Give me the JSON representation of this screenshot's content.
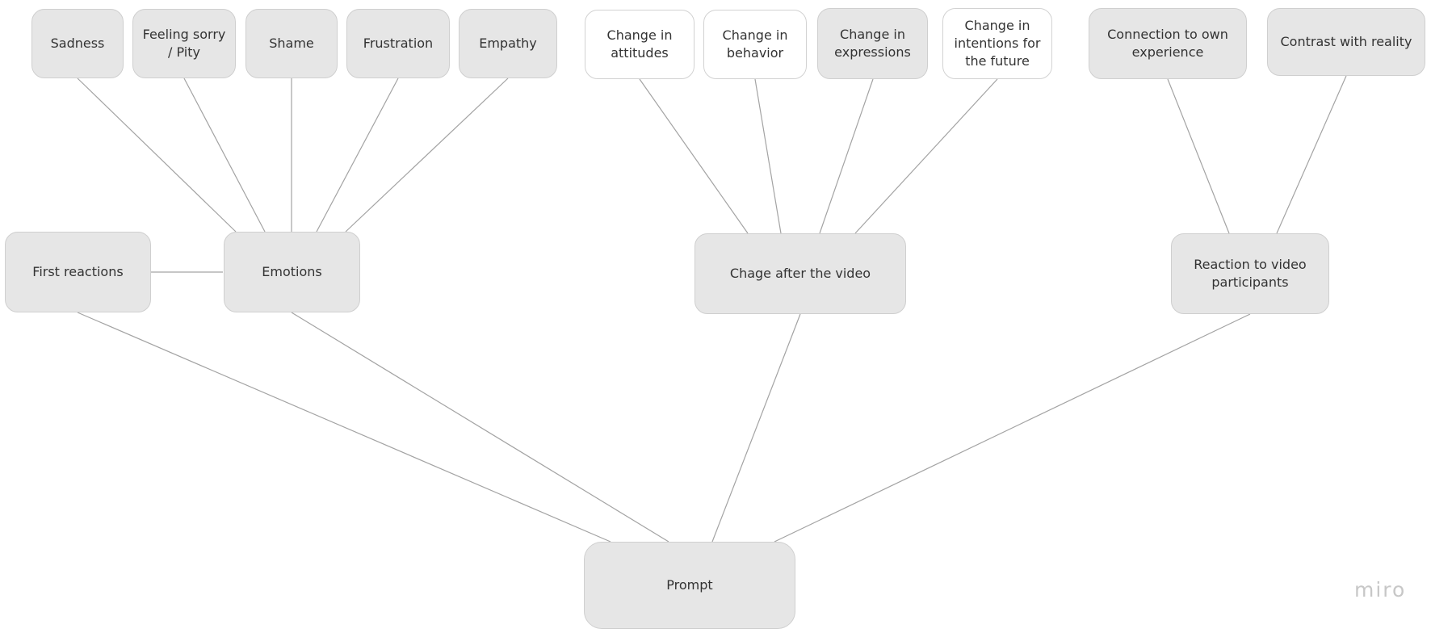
{
  "nodes": {
    "sadness": "Sadness",
    "feeling_sorry": "Feeling sorry / Pity",
    "shame": "Shame",
    "frustration": "Frustration",
    "empathy": "Empathy",
    "change_attitudes": "Change in attitudes",
    "change_behavior": "Change in behavior",
    "change_expressions": "Change in expressions",
    "change_intentions": "Change in intentions for the future",
    "connection_experience": "Connection to own experience",
    "contrast_reality": "Contrast with reality",
    "first_reactions": "First reactions",
    "emotions": "Emotions",
    "change_after_video": "Chage after the video",
    "reaction_participants": "Reaction to video participants",
    "prompt": "Prompt"
  },
  "edges": [
    [
      "sadness",
      "emotions"
    ],
    [
      "feeling_sorry",
      "emotions"
    ],
    [
      "shame",
      "emotions"
    ],
    [
      "frustration",
      "emotions"
    ],
    [
      "empathy",
      "emotions"
    ],
    [
      "first_reactions",
      "emotions"
    ],
    [
      "change_attitudes",
      "change_after_video"
    ],
    [
      "change_behavior",
      "change_after_video"
    ],
    [
      "change_expressions",
      "change_after_video"
    ],
    [
      "change_intentions",
      "change_after_video"
    ],
    [
      "connection_experience",
      "reaction_participants"
    ],
    [
      "contrast_reality",
      "reaction_participants"
    ],
    [
      "first_reactions",
      "prompt"
    ],
    [
      "emotions",
      "prompt"
    ],
    [
      "change_after_video",
      "prompt"
    ],
    [
      "reaction_participants",
      "prompt"
    ]
  ],
  "fills": {
    "grey": "#e6e6e6",
    "white": "#ffffff",
    "line": "#a3a3a3"
  },
  "watermark": "miro"
}
